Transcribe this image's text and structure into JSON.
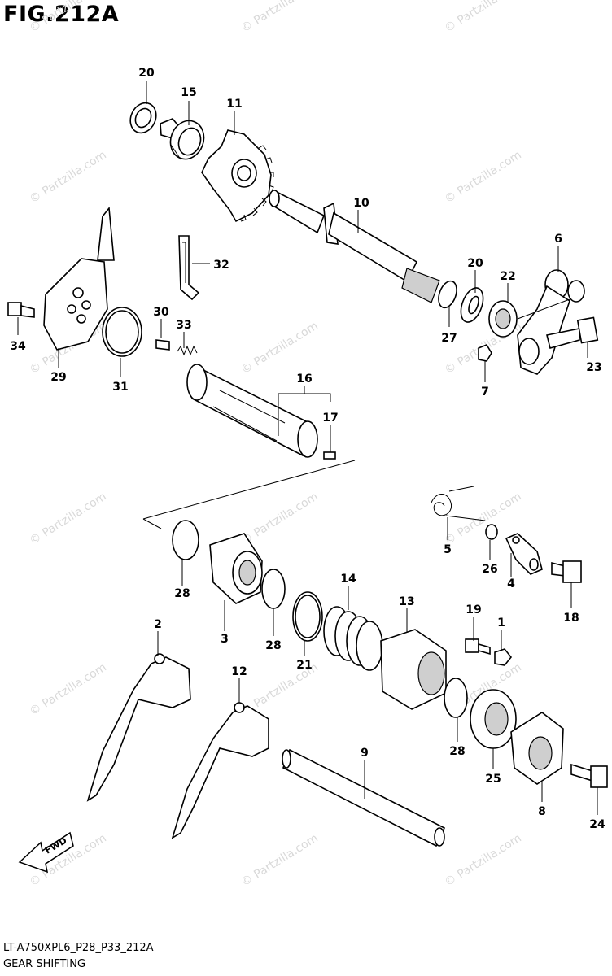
{
  "figure": {
    "title": "FIG.212A",
    "code": "LT-A750XPL6_P28_P33_212A",
    "name": "GEAR SHIFTING"
  },
  "watermark": "© Partzilla.com",
  "fwd_badge": "FWD",
  "callouts": [
    {
      "id": "c20a",
      "number": "20"
    },
    {
      "id": "c15",
      "number": "15"
    },
    {
      "id": "c11",
      "number": "11"
    },
    {
      "id": "c10",
      "number": "10"
    },
    {
      "id": "c32",
      "number": "32"
    },
    {
      "id": "c20b",
      "number": "20"
    },
    {
      "id": "c6",
      "number": "6"
    },
    {
      "id": "c22",
      "number": "22"
    },
    {
      "id": "c27",
      "number": "27"
    },
    {
      "id": "c23",
      "number": "23"
    },
    {
      "id": "c7",
      "number": "7"
    },
    {
      "id": "c30",
      "number": "30"
    },
    {
      "id": "c33",
      "number": "33"
    },
    {
      "id": "c34",
      "number": "34"
    },
    {
      "id": "c29",
      "number": "29"
    },
    {
      "id": "c31",
      "number": "31"
    },
    {
      "id": "c16",
      "number": "16"
    },
    {
      "id": "c17",
      "number": "17"
    },
    {
      "id": "c5",
      "number": "5"
    },
    {
      "id": "c26",
      "number": "26"
    },
    {
      "id": "c4",
      "number": "4"
    },
    {
      "id": "c18",
      "number": "18"
    },
    {
      "id": "c28a",
      "number": "28"
    },
    {
      "id": "c3",
      "number": "3"
    },
    {
      "id": "c14",
      "number": "14"
    },
    {
      "id": "c13",
      "number": "13"
    },
    {
      "id": "c28b",
      "number": "28"
    },
    {
      "id": "c21",
      "number": "21"
    },
    {
      "id": "c19",
      "number": "19"
    },
    {
      "id": "c1",
      "number": "1"
    },
    {
      "id": "c2",
      "number": "2"
    },
    {
      "id": "c12",
      "number": "12"
    },
    {
      "id": "c9",
      "number": "9"
    },
    {
      "id": "c28c",
      "number": "28"
    },
    {
      "id": "c25",
      "number": "25"
    },
    {
      "id": "c8",
      "number": "8"
    },
    {
      "id": "c24",
      "number": "24"
    }
  ]
}
